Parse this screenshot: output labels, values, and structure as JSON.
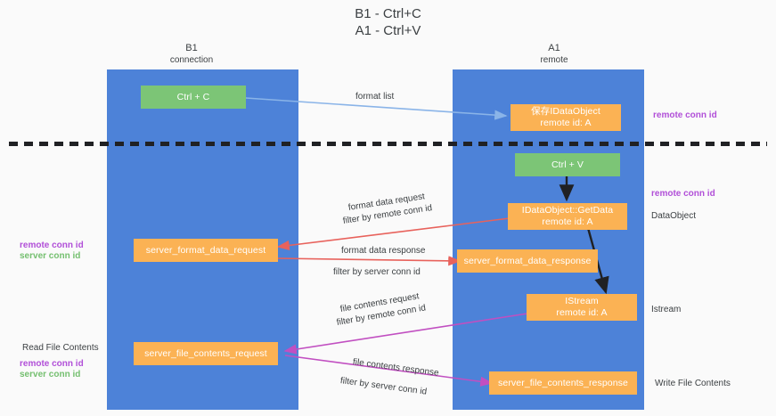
{
  "title": "B1 - Ctrl+C\nA1 - Ctrl+V",
  "columns": [
    {
      "name": "B1",
      "sub": "connection"
    },
    {
      "name": "A1",
      "sub": "remote"
    }
  ],
  "nodes": {
    "ctrl_c": {
      "label": "Ctrl + C"
    },
    "save_idataobject": {
      "line1": "保存IDataObject",
      "line2": "remote id: A"
    },
    "ctrl_v": {
      "label": "Ctrl + V"
    },
    "getdata": {
      "line1": "IDataObject::GetData",
      "line2": "remote id: A"
    },
    "server_format_data_request": {
      "label": "server_format_data_request"
    },
    "server_format_data_response": {
      "label": "server_format_data_response"
    },
    "istream": {
      "line1": "IStream",
      "line2": "remote id: A"
    },
    "server_file_contents_request": {
      "label": "server_file_contents_request"
    },
    "server_file_contents_response": {
      "label": "server_file_contents_response"
    }
  },
  "edge_labels": {
    "format_list": "format list",
    "format_data_request": "format data request",
    "format_data_request_filter_prefix": "filter by",
    "format_data_request_filter_key": "remote conn id",
    "format_data_response": "format data response",
    "format_data_response_filter_prefix": "filter by",
    "format_data_response_filter_key": "server conn id",
    "file_contents_request": "file contents request",
    "file_contents_request_filter_prefix": "filter by",
    "file_contents_request_filter_key": "remote conn id",
    "file_contents_response": "file contents response",
    "file_contents_response_filter_prefix": "filter by",
    "file_contents_response_filter_key": "server conn id"
  },
  "side_labels": {
    "right_remote_conn_id_top": "remote conn id",
    "right_remote_conn_id_mid": "remote conn id",
    "right_dataobject": "DataObject",
    "right_istream": "Istream",
    "right_write_file_contents": "Write File Contents",
    "left_remote_conn_id_mid": "remote conn id",
    "left_server_conn_id_mid": "server conn id",
    "left_read_file_contents": "Read File Contents",
    "left_remote_conn_id_bottom": "remote conn id",
    "left_server_conn_id_bottom": "server conn id"
  },
  "colors": {
    "lane": "#4d82d8",
    "green_node": "#7cc576",
    "orange_node": "#fbb254",
    "purple_text": "#b14fd8",
    "green_text": "#74bf6f",
    "background": "#fafafa",
    "arrow_blue": "#8ab4e8",
    "arrow_red": "#e8625c",
    "arrow_black": "#202124",
    "arrow_magenta": "#c14fc1",
    "divider": "#202124"
  }
}
